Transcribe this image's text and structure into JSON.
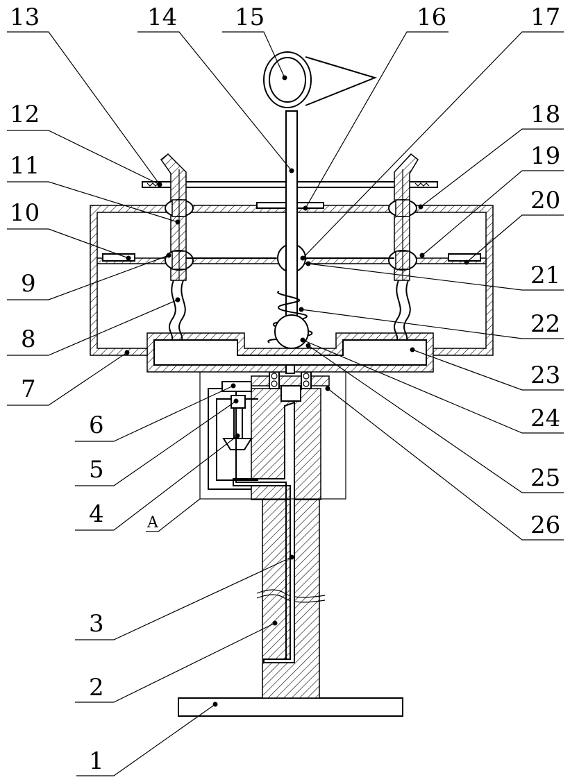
{
  "labels": [
    "1",
    "2",
    "3",
    "4",
    "5",
    "6",
    "7",
    "8",
    "9",
    "10",
    "11",
    "12",
    "13",
    "14",
    "15",
    "16",
    "17",
    "18",
    "19",
    "20",
    "21",
    "22",
    "23",
    "24",
    "25",
    "26"
  ],
  "detail_marker": "A"
}
